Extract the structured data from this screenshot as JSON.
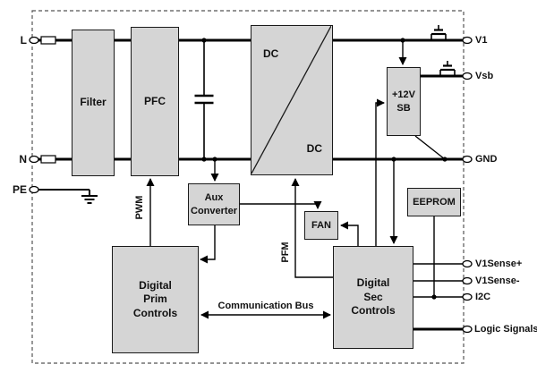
{
  "colors": {
    "background": "#ffffff",
    "block_fill": "#d5d5d5",
    "block_border": "#1a1a1a",
    "wire": "#000000",
    "enclosure_border": "#555555"
  },
  "blocks": {
    "filter": {
      "label": "Filter"
    },
    "pfc": {
      "label": "PFC"
    },
    "dc_dc": {
      "label_input": "DC",
      "label_output": "DC"
    },
    "aux_converter": {
      "label": "Aux\nConverter"
    },
    "plus_12v_sb": {
      "label": "+12V\nSB"
    },
    "fan": {
      "label": "FAN"
    },
    "eeprom": {
      "label": "EEPROM"
    },
    "digital_prim": {
      "label": "Digital\nPrim\nControls"
    },
    "digital_sec": {
      "label": "Digital\nSec\nControls"
    }
  },
  "terminals": {
    "left": [
      {
        "label": "L"
      },
      {
        "label": "N"
      },
      {
        "label": "PE"
      }
    ],
    "right": [
      {
        "label": "V1"
      },
      {
        "label": "Vsb"
      },
      {
        "label": "GND"
      },
      {
        "label": "V1Sense+"
      },
      {
        "label": "V1Sense-"
      },
      {
        "label": "I2C"
      },
      {
        "label": "Logic Signals"
      }
    ]
  },
  "signal_labels": {
    "pwm": "PWM",
    "pfm": "PFM",
    "communication_bus": "Communication Bus"
  }
}
